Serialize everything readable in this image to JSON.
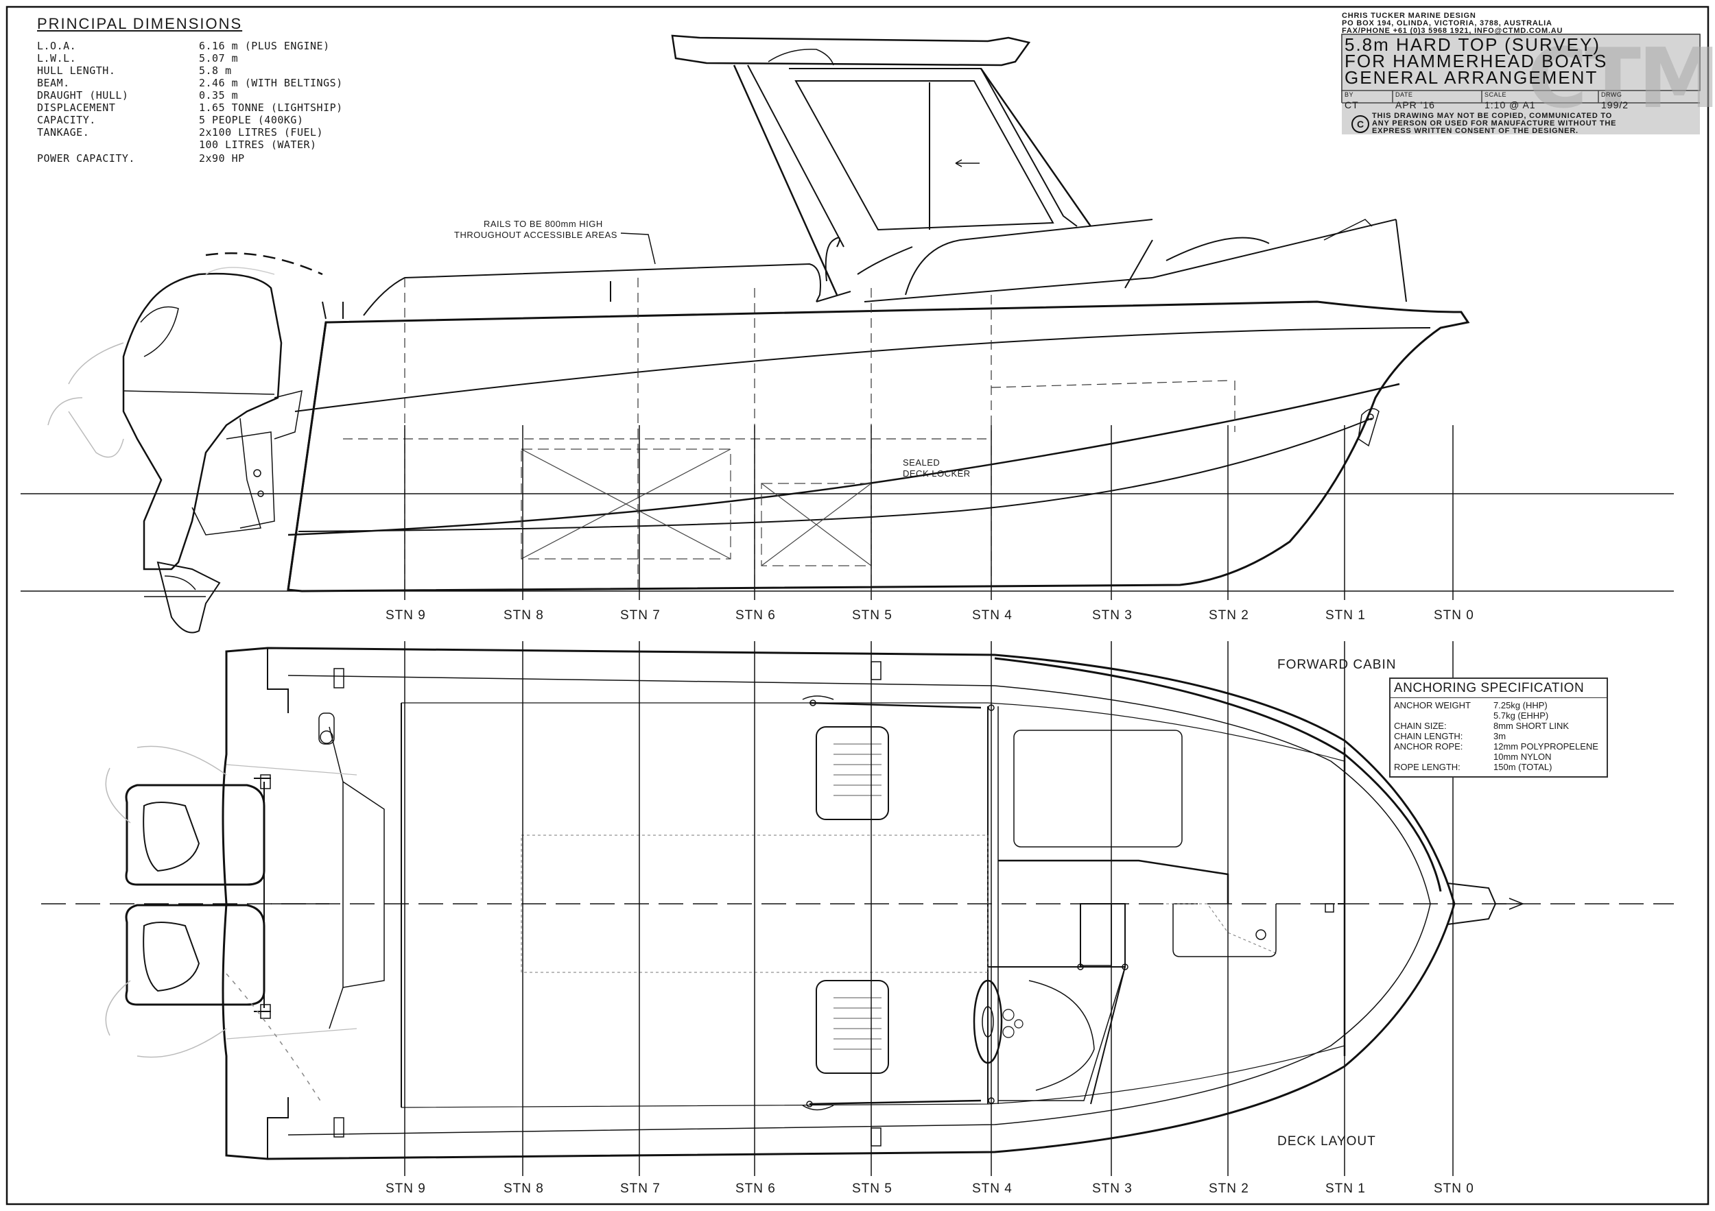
{
  "principal_dimensions": {
    "title": "PRINCIPAL DIMENSIONS",
    "rows": [
      {
        "label": "L.O.A.",
        "value": "6.16 m (PLUS ENGINE)"
      },
      {
        "label": "L.W.L.",
        "value": "5.07 m"
      },
      {
        "label": "HULL LENGTH.",
        "value": "5.8 m"
      },
      {
        "label": "BEAM.",
        "value": "2.46 m (WITH BELTINGS)"
      },
      {
        "label": "DRAUGHT (HULL)",
        "value": "0.35 m"
      },
      {
        "label": "DISPLACEMENT",
        "value": "1.65 TONNE (LIGHTSHIP)"
      },
      {
        "label": "CAPACITY.",
        "value": "5 PEOPLE (400KG)"
      },
      {
        "label": "TANKAGE.",
        "value": "2x100 LITRES (FUEL)"
      },
      {
        "label": "",
        "value": "100 LITRES (WATER)"
      },
      {
        "label": "POWER CAPACITY.",
        "value": "2x90 HP"
      }
    ]
  },
  "title_block": {
    "company": "CHRIS TUCKER MARINE DESIGN",
    "address": "PO BOX 194, OLINDA, VICTORIA, 3788, AUSTRALIA",
    "contact": "FAX/PHONE +61 (0)3 5968 1921, INFO@CTMD.COM.AU",
    "title_lines": [
      "5.8m HARD TOP (SURVEY)",
      "FOR HAMMERHEAD BOATS",
      "GENERAL ARRANGEMENT"
    ],
    "fields": [
      {
        "label": "BY",
        "value": "CT"
      },
      {
        "label": "DATE",
        "value": "APR '16"
      },
      {
        "label": "SCALE",
        "value": "1:10 @ A1"
      },
      {
        "label": "DRWG",
        "value": "199/2"
      }
    ],
    "copyright": [
      "THIS DRAWING MAY NOT BE COPIED, COMMUNICATED TO",
      "ANY PERSON OR USED FOR MANUFACTURE WITHOUT THE",
      "EXPRESS WRITTEN CONSENT OF THE DESIGNER."
    ],
    "logo_text": "CTMD",
    "copyright_symbol": "C"
  },
  "annotations": {
    "rails_line1": "RAILS TO BE 800mm HIGH",
    "rails_line2": "THROUGHOUT ACCESSIBLE AREAS",
    "locker_line1": "SEALED",
    "locker_line2": "DECK LOCKER",
    "forward_cabin": "FORWARD CABIN",
    "deck_layout": "DECK LAYOUT"
  },
  "stations": [
    "STN 9",
    "STN 8",
    "STN 7",
    "STN 6",
    "STN 5",
    "STN 4",
    "STN 3",
    "STN 2",
    "STN 1",
    "STN 0"
  ],
  "anchoring": {
    "title": "ANCHORING SPECIFICATION",
    "rows": [
      {
        "label": "ANCHOR WEIGHT",
        "value": "7.25kg (HHP)"
      },
      {
        "label": "",
        "value": "5.7kg (EHHP)"
      },
      {
        "label": "CHAIN SIZE:",
        "value": "8mm SHORT LINK"
      },
      {
        "label": "CHAIN LENGTH:",
        "value": "3m"
      },
      {
        "label": "ANCHOR ROPE:",
        "value": "12mm POLYPROPELENE"
      },
      {
        "label": "",
        "value": "10mm NYLON"
      },
      {
        "label": "ROPE LENGTH:",
        "value": "150m (TOTAL)"
      }
    ]
  }
}
